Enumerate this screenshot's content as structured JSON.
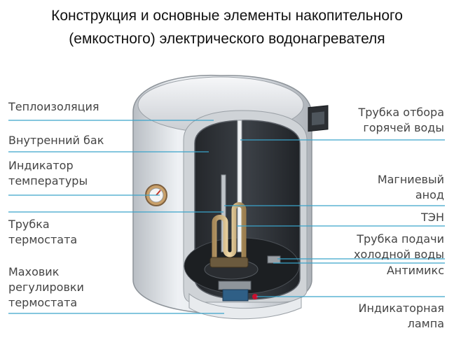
{
  "title": {
    "line1": "Конструкция и основные элементы накопительного",
    "line2": "(емкостного) электрического водонагревателя"
  },
  "labels_left": [
    {
      "id": "insulation",
      "lines": [
        "Теплоизоляция"
      ]
    },
    {
      "id": "inner_tank",
      "lines": [
        "Внутренний бак"
      ]
    },
    {
      "id": "temp_indicator",
      "lines": [
        "Индикатор",
        "температуры"
      ]
    },
    {
      "id": "thermostat_tube",
      "lines": [
        "Трубка",
        "термостата"
      ]
    },
    {
      "id": "thermostat_knob",
      "lines": [
        "Маховик",
        "регулировки",
        "термостата"
      ]
    }
  ],
  "labels_right": [
    {
      "id": "hot_outlet",
      "lines": [
        "Трубка отбора",
        "горячей воды"
      ]
    },
    {
      "id": "anode",
      "lines": [
        "Магниевый",
        "анод"
      ]
    },
    {
      "id": "heater",
      "lines": [
        "ТЭН"
      ]
    },
    {
      "id": "cold_inlet",
      "lines": [
        "Трубка подачи",
        "холодной воды"
      ]
    },
    {
      "id": "antimix",
      "lines": [
        "Антимикс"
      ]
    },
    {
      "id": "indicator_lamp",
      "lines": [
        "Индикаторная",
        "лампа"
      ]
    }
  ],
  "colors": {
    "leader_line": "#3aa3c9",
    "label_text": "#444444",
    "tank_shell": "#dfe3e8",
    "tank_interior": "#2f3338",
    "heater_element": "#d8b47a"
  }
}
